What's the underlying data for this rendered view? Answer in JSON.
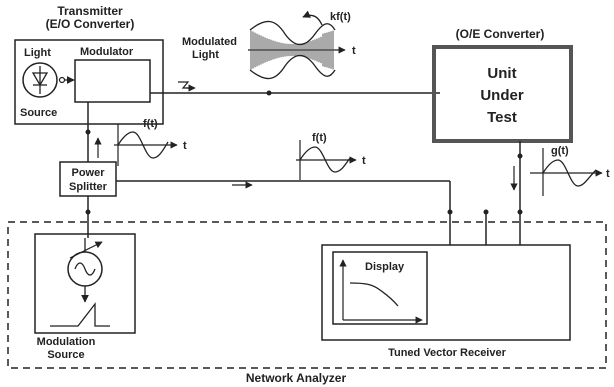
{
  "labels": {
    "transmitter_title": "Transmitter",
    "transmitter_subtitle": "(E/O Converter)",
    "light": "Light",
    "source": "Source",
    "modulator": "Modulator",
    "modulated_light_1": "Modulated",
    "modulated_light_2": "Light",
    "kft": "kf(t)",
    "t": "t",
    "oe_converter": "(O/E Converter)",
    "uut_1": "Unit",
    "uut_2": "Under",
    "uut_3": "Test",
    "ft": "f(t)",
    "gt": "g(t)",
    "power": "Power",
    "splitter": "Splitter",
    "display": "Display",
    "modulation": "Modulation",
    "modulation_source": "Source",
    "tuned_vector_receiver": "Tuned Vector Receiver",
    "network_analyzer": "Network Analyzer"
  }
}
